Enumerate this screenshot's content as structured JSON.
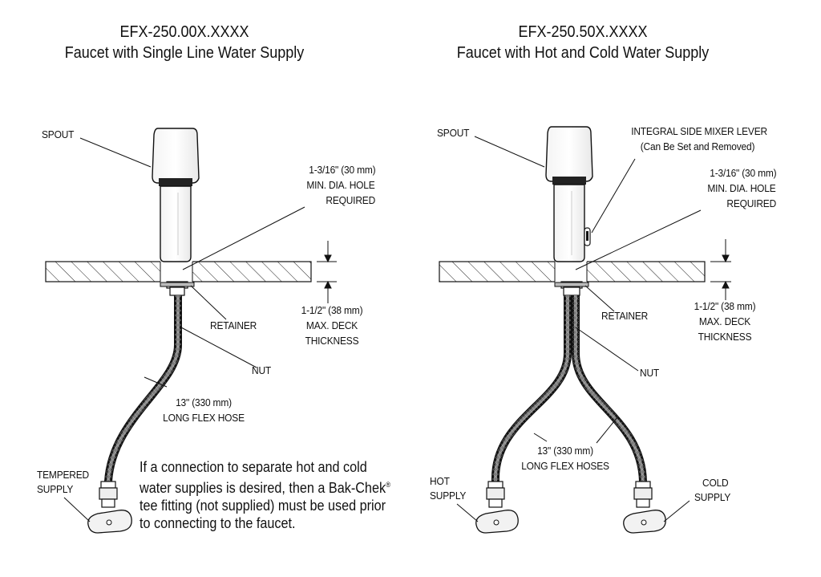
{
  "left": {
    "model": "EFX-250.00X.XXXX",
    "subtitle": "Faucet with Single Line Water Supply",
    "labels": {
      "spout": "SPOUT",
      "hole_1": "1-3/16\" (30 mm)",
      "hole_2": "MIN. DIA. HOLE",
      "hole_3": "REQUIRED",
      "retainer": "RETAINER",
      "deck_1": "1-1/2\" (38 mm)",
      "deck_2": "MAX. DECK",
      "deck_3": "THICKNESS",
      "nut": "NUT",
      "hose_1": "13\" (330 mm)",
      "hose_2": "LONG FLEX HOSE",
      "supply_1": "TEMPERED",
      "supply_2": "SUPPLY"
    },
    "note": {
      "text": "If a connection to separate hot and cold water supplies is desired, then a Bak-Chek",
      "reg": "®",
      "text2": " tee fitting (not supplied) must be used prior to connecting to the faucet."
    }
  },
  "right": {
    "model": "EFX-250.50X.XXXX",
    "subtitle": "Faucet with Hot and Cold Water Supply",
    "labels": {
      "spout": "SPOUT",
      "lever_1": "INTEGRAL SIDE MIXER LEVER",
      "lever_2": "(Can Be Set and Removed)",
      "hole_1": "1-3/16\" (30 mm)",
      "hole_2": "MIN. DIA. HOLE",
      "hole_3": "REQUIRED",
      "retainer": "RETAINER",
      "deck_1": "1-1/2\" (38 mm)",
      "deck_2": "MAX. DECK",
      "deck_3": "THICKNESS",
      "nut": "NUT",
      "hose_1": "13\" (330 mm)",
      "hose_2": "LONG FLEX HOSES",
      "hot_1": "HOT",
      "hot_2": "SUPPLY",
      "cold_1": "COLD",
      "cold_2": "SUPPLY"
    }
  }
}
